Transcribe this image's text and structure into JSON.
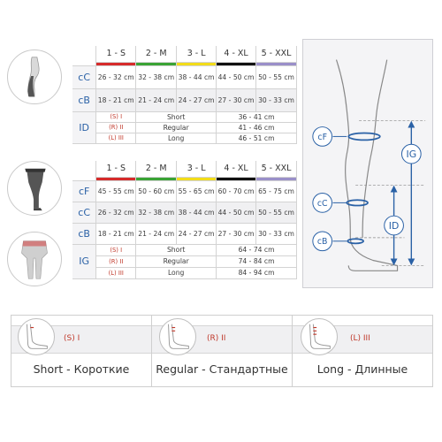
{
  "sizes": [
    "1 - S",
    "2 - M",
    "3 - L",
    "4 - XL",
    "5 - XXL"
  ],
  "size_colors": [
    "#d62b2b",
    "#3aa335",
    "#f2dc1a",
    "#111111",
    "#9a8fc9"
  ],
  "table1": {
    "rows": [
      {
        "label": "cC",
        "values": [
          "26 - 32 cm",
          "32 - 38 cm",
          "38 - 44 cm",
          "44 - 50 cm",
          "50 - 55 cm"
        ]
      },
      {
        "label": "cB",
        "values": [
          "18 - 21 cm",
          "21 - 24 cm",
          "24 - 27 cm",
          "27 - 30 cm",
          "30 - 33 cm"
        ]
      }
    ],
    "length": {
      "label": "ID",
      "rows": [
        {
          "fit": "(S) I",
          "name": "Short",
          "range": "36 - 41 cm"
        },
        {
          "fit": "(R) II",
          "name": "Regular",
          "range": "41 - 46 cm"
        },
        {
          "fit": "(L) III",
          "name": "Long",
          "range": "46 - 51 cm"
        }
      ]
    }
  },
  "table2": {
    "rows": [
      {
        "label": "cF",
        "values": [
          "45 - 55 cm",
          "50 - 60 cm",
          "55 - 65 cm",
          "60 - 70 cm",
          "65 - 75 cm"
        ]
      },
      {
        "label": "cC",
        "values": [
          "26 - 32 cm",
          "32 - 38 cm",
          "38 - 44 cm",
          "44 - 50 cm",
          "50 - 55 cm"
        ]
      },
      {
        "label": "cB",
        "values": [
          "18 - 21 cm",
          "21 - 24 cm",
          "24 - 27 cm",
          "27 - 30 cm",
          "30 - 33 cm"
        ]
      }
    ],
    "length": {
      "label": "IG",
      "rows": [
        {
          "fit": "(S) I",
          "name": "Short",
          "range": "64 - 74 cm"
        },
        {
          "fit": "(R) II",
          "name": "Regular",
          "range": "74 - 84 cm"
        },
        {
          "fit": "(L) III",
          "name": "Long",
          "range": "84 - 94 cm"
        }
      ]
    }
  },
  "diagram": {
    "cF": "cF",
    "cC": "cC",
    "cB": "cB",
    "IG": "IG",
    "ID": "ID"
  },
  "lengths": [
    {
      "code": "(S) I",
      "name": "Short - Короткие"
    },
    {
      "code": "(R) II",
      "name": "Regular - Стандартные"
    },
    {
      "code": "(L) III",
      "name": "Long - Длинные"
    }
  ],
  "colors": {
    "accent_blue": "#2a61a6",
    "accent_red": "#c0392b"
  }
}
